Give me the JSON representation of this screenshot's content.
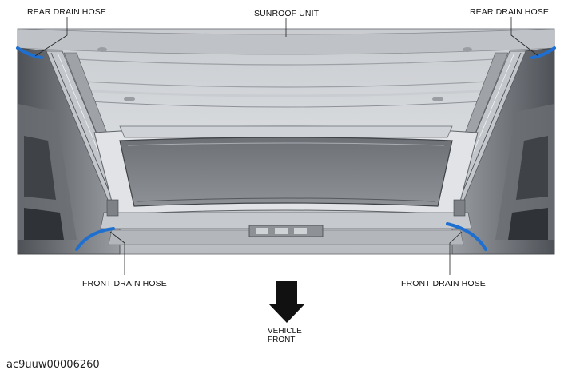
{
  "labels": {
    "rear_drain_hose_left": "REAR DRAIN HOSE",
    "sunroof_unit": "SUNROOF UNIT",
    "rear_drain_hose_right": "REAR DRAIN HOSE",
    "front_drain_hose_left": "FRONT DRAIN HOSE",
    "front_drain_hose_right": "FRONT DRAIN HOSE",
    "vehicle_front_line1": "VEHICLE",
    "vehicle_front_line2": "FRONT"
  },
  "figure_id": "ac9uuw00006260",
  "colors": {
    "hose": "#1e6fd0",
    "panel_light": "#d9dcdf",
    "panel_mid": "#a9adb2",
    "panel_dark": "#5e6267",
    "glass": "#7d8186",
    "arrow": "#111111"
  },
  "icons": {
    "direction_arrow": "arrow-down-icon"
  }
}
